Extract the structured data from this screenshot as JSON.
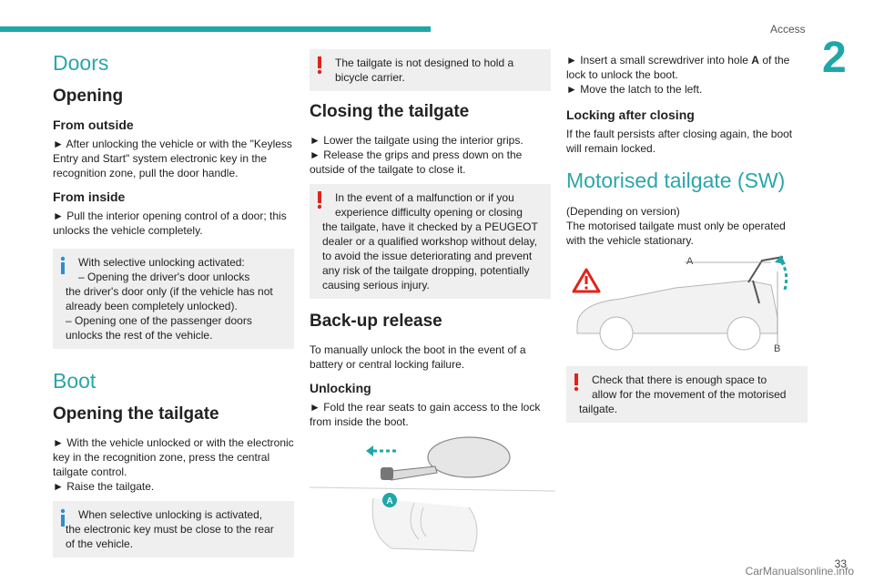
{
  "header": {
    "section": "Access",
    "chapter": "2"
  },
  "col1": {
    "doors_title": "Doors",
    "opening_title": "Opening",
    "outside_title": "From outside",
    "outside_text": "► After unlocking the vehicle or with the \"Keyless Entry and Start\" system electronic key in the recognition zone, pull the door handle.",
    "inside_title": "From inside",
    "inside_text": "► Pull the interior opening control of a door; this unlocks the vehicle completely.",
    "info1_l1": "With selective unlocking activated:",
    "info1_l2": "– Opening the driver's door unlocks",
    "info1_l3": "the driver's door only (if the vehicle has not already been completely unlocked).",
    "info1_l4": "– Opening one of the passenger doors unlocks the rest of the vehicle.",
    "boot_title": "Boot",
    "tailgate_title": "Opening the tailgate",
    "tailgate_text1": "► With the vehicle unlocked or with the electronic key in the recognition zone, press the central tailgate control.",
    "tailgate_text2": "► Raise the tailgate.",
    "info2_l1": "When selective unlocking is activated,",
    "info2_l2": "the electronic key must be close to the rear of the vehicle."
  },
  "col2": {
    "warn1_l1": "The tailgate is not designed to hold a",
    "warn1_l2": "bicycle carrier.",
    "closing_title": "Closing the tailgate",
    "closing_text1": "► Lower the tailgate using the interior grips.",
    "closing_text2": "► Release the grips and press down on the outside of the tailgate to close it.",
    "warn2_l1": "In the event of a malfunction or if you",
    "warn2_l2": "experience difficulty opening or closing",
    "warn2_l3": "the tailgate, have it checked by a PEUGEOT dealer or a qualified workshop without delay, to avoid the issue deteriorating and prevent any risk of the tailgate dropping, potentially causing serious injury.",
    "backup_title": "Back-up release",
    "backup_text": "To manually unlock the boot in the event of a battery or central locking failure.",
    "unlocking_title": "Unlocking",
    "unlocking_text": "► Fold the rear seats to gain access to the lock from inside the boot.",
    "figure_label": "A"
  },
  "col3": {
    "insert_text": "► Insert a small screwdriver into hole",
    "insert_bold": "A",
    "insert_rest": "of the lock to unlock the boot.",
    "latch_text": "► Move the latch to the left.",
    "locking_title": "Locking after closing",
    "locking_text": "If the fault persists after closing again, the boot will remain locked.",
    "motorised_title": "Motorised tailgate (SW)",
    "version_text": "(Depending on version)",
    "motorised_text": "The motorised tailgate must only be operated with the vehicle stationary.",
    "label_a": "A",
    "label_b": "B",
    "warn3_l1": "Check that there is enough space to",
    "warn3_l2": "allow for the movement of the motorised",
    "warn3_l3": "tailgate."
  },
  "footer": {
    "page": "33",
    "watermark": "CarManualsonline.info"
  },
  "colors": {
    "accent": "#1fa7a8",
    "warning": "#e2231a",
    "info": "#2a8fd0",
    "box": "#efefef"
  }
}
